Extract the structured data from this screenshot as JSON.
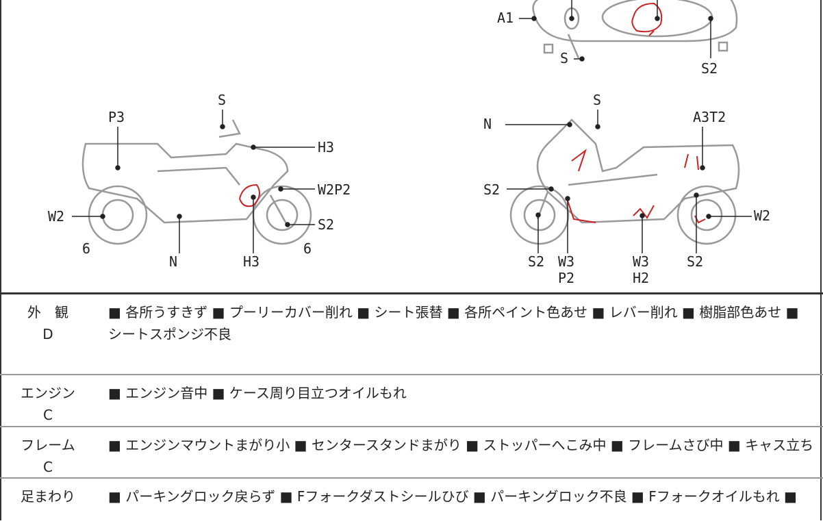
{
  "diagram": {
    "top_view_labels": [
      "A1",
      "S",
      "S2"
    ],
    "left_view_labels": {
      "s": "S",
      "p3": "P3",
      "h3_top": "H3",
      "w2p2": "W2P2",
      "w2": "W2",
      "s2": "S2",
      "six_left": "6",
      "n": "N",
      "h3_bottom": "H3",
      "six_right": "6"
    },
    "right_view_labels": {
      "n": "N",
      "s": "S",
      "a3t2": "A3T2",
      "s2_left": "S2",
      "w2": "W2",
      "s2_bottom1": "S2",
      "w3_1": "W3",
      "p2": "P2",
      "w3_2": "W3",
      "h2": "H2",
      "s2_bottom2": "S2"
    },
    "damage_mark_color": "#cc2222"
  },
  "inspection": [
    {
      "category": "外　観",
      "grade": "D",
      "text": "■ 各所うすきず ■ プーリーカバー削れ ■ シート張替 ■ 各所ペイント色あせ ■ レバー削れ ■ 樹脂部色あせ ■ シートスポンジ不良"
    },
    {
      "category": "エンジン",
      "grade": "C",
      "text": "■ エンジン音中 ■ ケース周り目立つオイルもれ"
    },
    {
      "category": "フレーム",
      "grade": "C",
      "text": "■ エンジンマウントまがり小 ■ センタースタンドまがり ■ ストッパーへこみ中 ■ フレームさび中 ■ キャス立ち"
    },
    {
      "category": "足まわり",
      "grade": "",
      "text": "■ パーキングロック戻らず ■ Fフォークダストシールひび ■ パーキングロック不良 ■ Fフォークオイルもれ ■"
    }
  ]
}
